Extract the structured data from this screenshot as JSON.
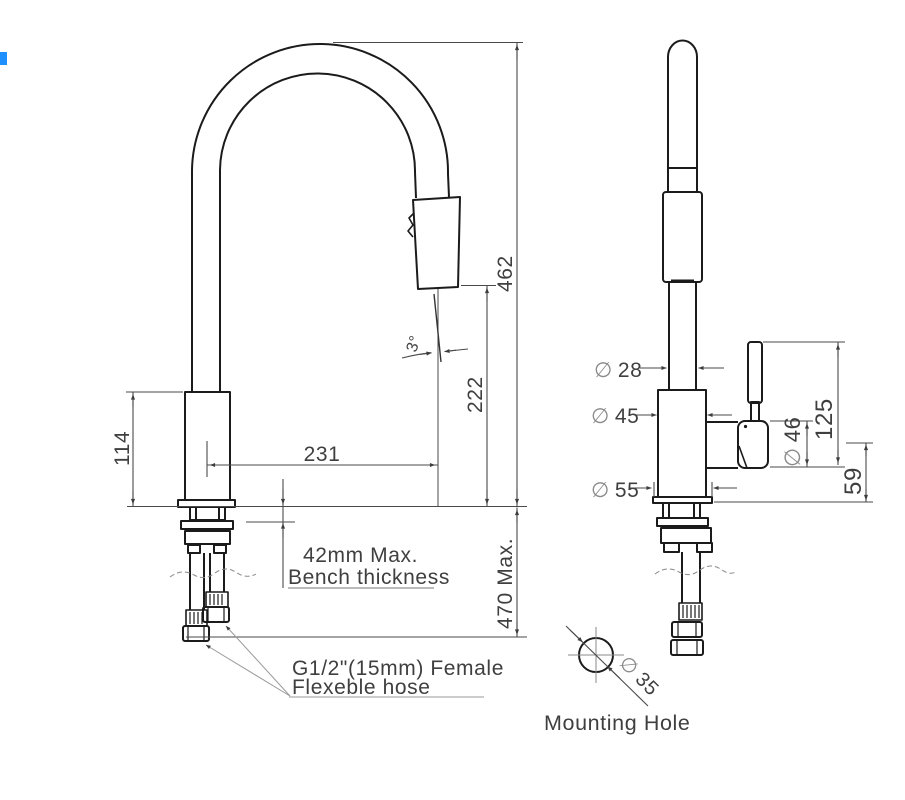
{
  "colors": {
    "accent_blue": "#1e90ff",
    "object_line": "#1b1b1b",
    "dimension_line": "#4a4a4a",
    "text": "#3f3f3f"
  },
  "front_view": {
    "dim_total_height": "462",
    "dim_outlet_height": "222",
    "dim_spout_reach": "231",
    "dim_body_height": "114",
    "dim_below_bench": "470 Max.",
    "dim_spray_angle": "3°",
    "note_bench_line1": "42mm Max.",
    "note_bench_line2": "Bench thickness",
    "note_hose_line1": "G1/2\"(15mm) Female",
    "note_hose_line2": "Flexeble hose"
  },
  "side_view": {
    "dia_symbol": "∅",
    "dim_spout_dia": "28",
    "dim_body_dia": "45",
    "dim_base_dia": "55",
    "dim_handle_dia": "46",
    "dim_handle_height": "125",
    "dim_outlet_to_bench": "59"
  },
  "mounting_hole": {
    "dia_symbol": "∅",
    "dim_hole_dia": "35",
    "label": "Mounting Hole"
  }
}
